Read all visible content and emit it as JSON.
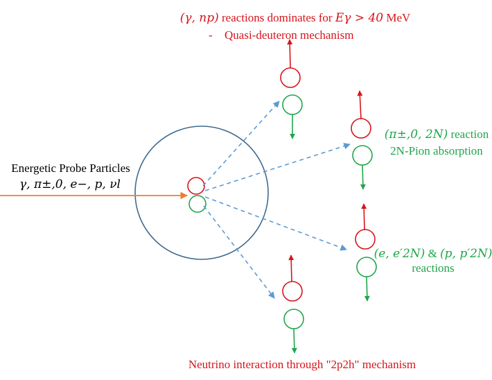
{
  "probe": {
    "title": "Energetic Probe Particles",
    "particles": "γ, π±,0, e−, p, νl"
  },
  "labels": {
    "top": {
      "line1_a": "(γ, np)",
      "line1_b": " reactions dominates for ",
      "line1_c": "Eγ > 40",
      "line1_d": " MeV",
      "line2_dash": "-",
      "line2": "Quasi-deuteron mechanism"
    },
    "right_upper": {
      "line1_a": "(π±,0, 2N)",
      "line1_b": " reaction",
      "line2": "2N-Pion absorption"
    },
    "right_lower": {
      "line1_a": "(e, e′2N)",
      "line1_b": " & ",
      "line1_c": "(p, p′2N)",
      "line2": "reactions"
    },
    "bottom": "Neutrino interaction through \"2p2h\" mechanism"
  },
  "colors": {
    "proton": "#d7141a",
    "neutron": "#1ea64a",
    "nucleus": "#3d6a8f",
    "probe_arrow": "#ed7d31",
    "dashed_arrow": "#5b9bd5",
    "text_red": "#d7141a",
    "text_green": "#1ea64a",
    "text_black": "#000000"
  }
}
